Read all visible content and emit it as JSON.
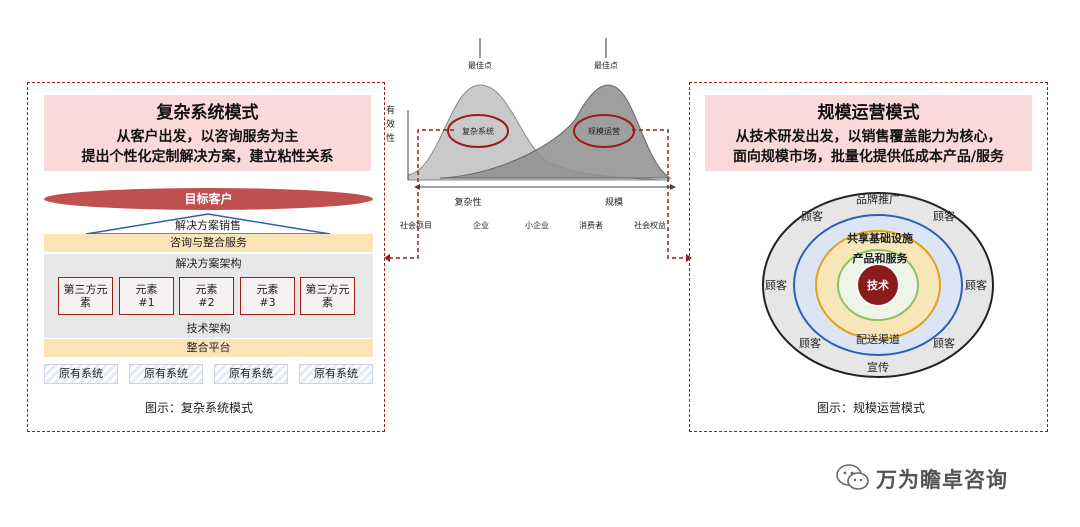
{
  "left": {
    "title": "复杂系统模式",
    "line1": "从客户出发，以咨询服务为主",
    "line2": "提出个性化定制解决方案，建立粘性关系",
    "target": "目标客户",
    "triangle": "解决方案销售",
    "band_consult": "咨询与整合服务",
    "band_arch": "解决方案架构",
    "elements": [
      "第三方元素",
      "元素\n#1",
      "元素\n#2",
      "元素\n#3",
      "第三方元素"
    ],
    "band_tech": "技术架构",
    "band_platform": "整合平台",
    "original": [
      "原有系统",
      "原有系统",
      "原有系统",
      "原有系统"
    ],
    "caption": "图示：复杂系统模式"
  },
  "center": {
    "peak_left": "最佳点",
    "peak_right": "最佳点",
    "y_label": "有效性",
    "oval_left": "复杂系统",
    "oval_right": "规模运营",
    "axis_left": "复杂性",
    "axis_right": "规模",
    "categories": [
      "社会项目",
      "企业",
      "小企业",
      "消费者",
      "社会权益"
    ]
  },
  "right": {
    "title": "规模运营模式",
    "line1": "从技术研发出发，以销售覆盖能力为核心，",
    "line2": "面向规模市场，批量化提供低成本产品/服务",
    "ring_top": "品牌推广",
    "ring_bottom": "宣传",
    "customer": "顾客",
    "infra": "共享基础设施",
    "products": "产品和服务",
    "channel": "配送渠道",
    "core": "技术",
    "caption": "图示：规模运营模式"
  },
  "watermark": "万为瞻卓咨询",
  "colors": {
    "accent": "#9b1c1c",
    "pink": "#f9d9d9",
    "band": "#fbe3b8",
    "grey": "#e7e7e7",
    "ring_blue": "#2f5fb7",
    "core_red": "#8b1a1a"
  }
}
